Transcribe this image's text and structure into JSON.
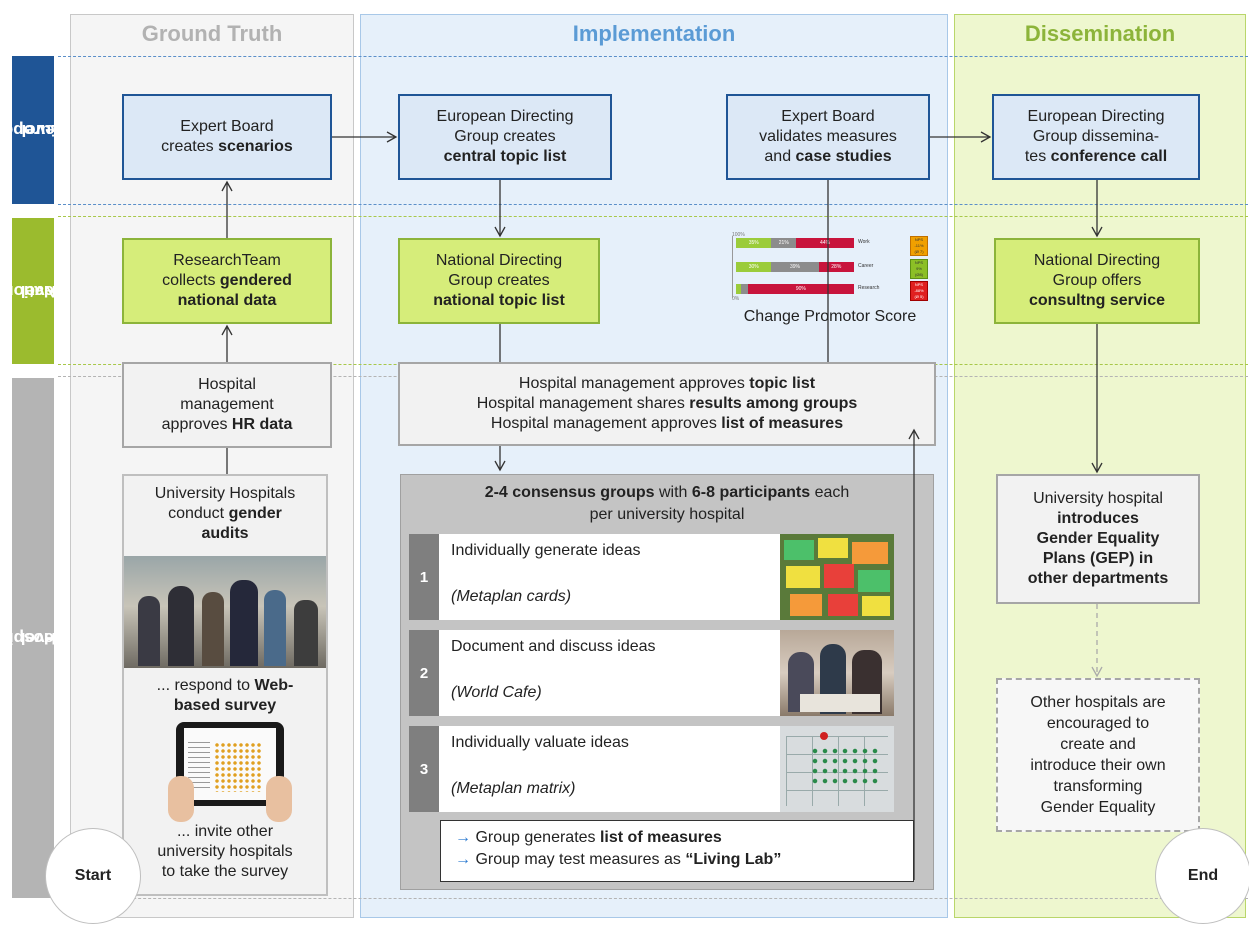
{
  "columns": {
    "ground_truth": "Ground Truth",
    "implementation": "Implementation",
    "dissemination": "Dissemination"
  },
  "lanes": {
    "european": [
      "European",
      "Level"
    ],
    "national": [
      "National",
      "Level"
    ],
    "hospital": [
      "Hospital",
      "Level"
    ]
  },
  "european": {
    "expert_board": {
      "line1": "Expert Board",
      "line2_pre": "creates ",
      "line2_bold": "scenarios"
    },
    "directing_group": {
      "line1": "European Directing",
      "line2": "Group creates",
      "line3_bold": "central topic list"
    },
    "expert_validate": {
      "line1": "Expert Board",
      "line2": "validates measures",
      "line3_pre": "and ",
      "line3_bold": "case studies"
    },
    "disseminate": {
      "line1": "European Directing",
      "line2": "Group dissemina-",
      "line3_pre": "tes ",
      "line3_bold": "conference call"
    }
  },
  "national": {
    "research_team": {
      "line1": "ResearchTeam",
      "line2_pre": "collects ",
      "line2_bold": "gendered",
      "line3_bold": "national data"
    },
    "directing_group": {
      "line1": "National Directing",
      "line2": "Group creates",
      "line3_bold": "national topic list"
    },
    "promotor": {
      "caption": "Change Promotor Score",
      "top_label": "100%",
      "bottom_label": "0%",
      "rows": [
        {
          "label": "Work",
          "green": "35%",
          "grey": "21%",
          "red": "44%",
          "badge": [
            "NPS",
            "-11%",
            "(Ø 7)"
          ],
          "badge_color": "#f0a000"
        },
        {
          "label": "Career",
          "green": "30%",
          "grey": "39%",
          "red": "28%",
          "badge": [
            "NPS",
            "9%",
            "(Ø8)"
          ],
          "badge_color": "#8cbf26"
        },
        {
          "label": "Research",
          "green": "",
          "grey": "",
          "red": "90%",
          "badge": [
            "NPS",
            "-88%",
            "(Ø 5)"
          ],
          "badge_color": "#e02020"
        }
      ]
    },
    "consulting": {
      "line1": "National Directing",
      "line2": "Group offers",
      "line3_bold": "consultng service"
    }
  },
  "hospital": {
    "hr_data": {
      "line1": "Hospital",
      "line2": "management",
      "line3_pre": "approves ",
      "line3_bold": "HR data"
    },
    "approvals": [
      {
        "pre": "Hospital management approves ",
        "bold": "topic list"
      },
      {
        "pre": "Hospital management shares ",
        "bold": "results among groups"
      },
      {
        "pre": "Hospital management approves ",
        "bold": "list of measures"
      }
    ],
    "audits": {
      "line1": "University Hospitals",
      "line2_pre": "conduct ",
      "line2_bold": "gender",
      "line3_bold": "audits",
      "respond_pre": "... respond to ",
      "respond_bold": "Web-",
      "respond2_bold": "based survey",
      "invite": [
        "... invite other",
        "university hospitals",
        "to take the survey"
      ]
    },
    "consensus": {
      "bold1": "2-4 consensus groups",
      "mid": " with ",
      "bold2": "6-8 participants",
      "post": " each",
      "line2": "per university hospital",
      "steps": [
        {
          "num": "1",
          "title": "Individually  generate ideas",
          "sub": "(Metaplan cards)"
        },
        {
          "num": "2",
          "title": "Document and discuss ideas",
          "sub": "(World Cafe)"
        },
        {
          "num": "3",
          "title": "Individually  valuate ideas",
          "sub": "(Metaplan matrix)"
        }
      ],
      "result1_pre": "Group generates ",
      "result1_bold": "list of measures",
      "result2_pre": "Group may test measures as ",
      "result2_bold": "“Living Lab”"
    },
    "gep": {
      "line1": "University hospital",
      "bold": [
        "introduces",
        "Gender Equality",
        "Plans (GEP) in",
        "other departments"
      ]
    },
    "others": [
      "Other hospitals are",
      "encouraged to",
      "create and",
      "introduce their own",
      "transforming",
      "Gender Equality"
    ]
  },
  "circles": {
    "start": "Start",
    "end": "End"
  },
  "colors": {
    "european": "#1f5596",
    "national": "#9bbb2e",
    "hospital": "#b4b4b4",
    "implementation_bg": "#e8f1fa",
    "dissemination_bg": "#eef7cc"
  }
}
